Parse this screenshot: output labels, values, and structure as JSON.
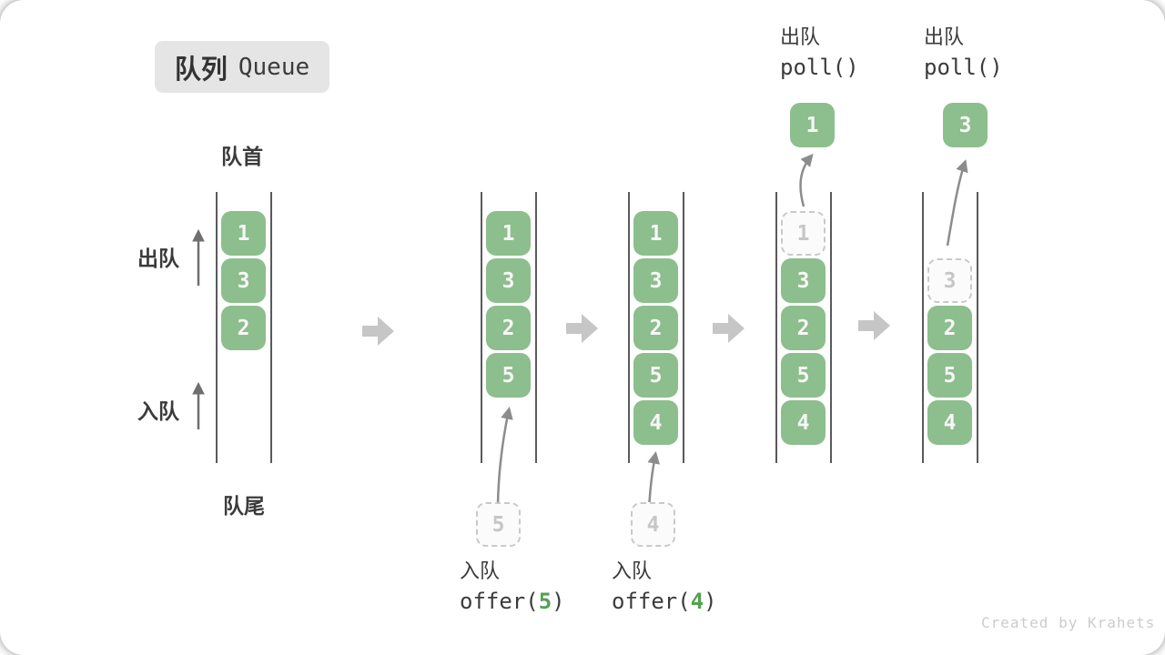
{
  "title": {
    "zh": "队列",
    "en": "Queue"
  },
  "labels": {
    "front": "队首",
    "rear": "队尾",
    "dequeue_side": "出队",
    "enqueue_side": "入队"
  },
  "states": [
    {
      "name": "state-initial",
      "slots": [
        "1",
        "3",
        "2"
      ]
    },
    {
      "name": "state-after-offer-5",
      "slots": [
        "1",
        "3",
        "2",
        "5"
      ]
    },
    {
      "name": "state-after-offer-4",
      "slots": [
        "1",
        "3",
        "2",
        "5",
        "4"
      ]
    },
    {
      "name": "state-after-poll-1",
      "ghost": "1",
      "slots": [
        "3",
        "2",
        "5",
        "4"
      ]
    },
    {
      "name": "state-after-poll-3",
      "ghost": "3",
      "slots": [
        "2",
        "5",
        "4"
      ]
    }
  ],
  "enqueue_ops": [
    {
      "label": "入队",
      "fn_open": "offer(",
      "arg": "5",
      "fn_close": ")",
      "staged": "5"
    },
    {
      "label": "入队",
      "fn_open": "offer(",
      "arg": "4",
      "fn_close": ")",
      "staged": "4"
    }
  ],
  "dequeue_ops": [
    {
      "label": "出队",
      "fn": "poll()",
      "result": "1"
    },
    {
      "label": "出队",
      "fn": "poll()",
      "result": "3"
    }
  ],
  "colors": {
    "box_green": "#8dbe8d",
    "accent_green": "#55a055",
    "wall_grey": "#5a5a5a",
    "block_arrow_grey": "#c6c6c6",
    "curve_arrow_grey": "#8c8c8c",
    "ghost_grey": "#c9c9c9",
    "title_bg": "#e5e5e5",
    "text_dark": "#3b3b3b"
  },
  "watermark": "Created by Krahets"
}
